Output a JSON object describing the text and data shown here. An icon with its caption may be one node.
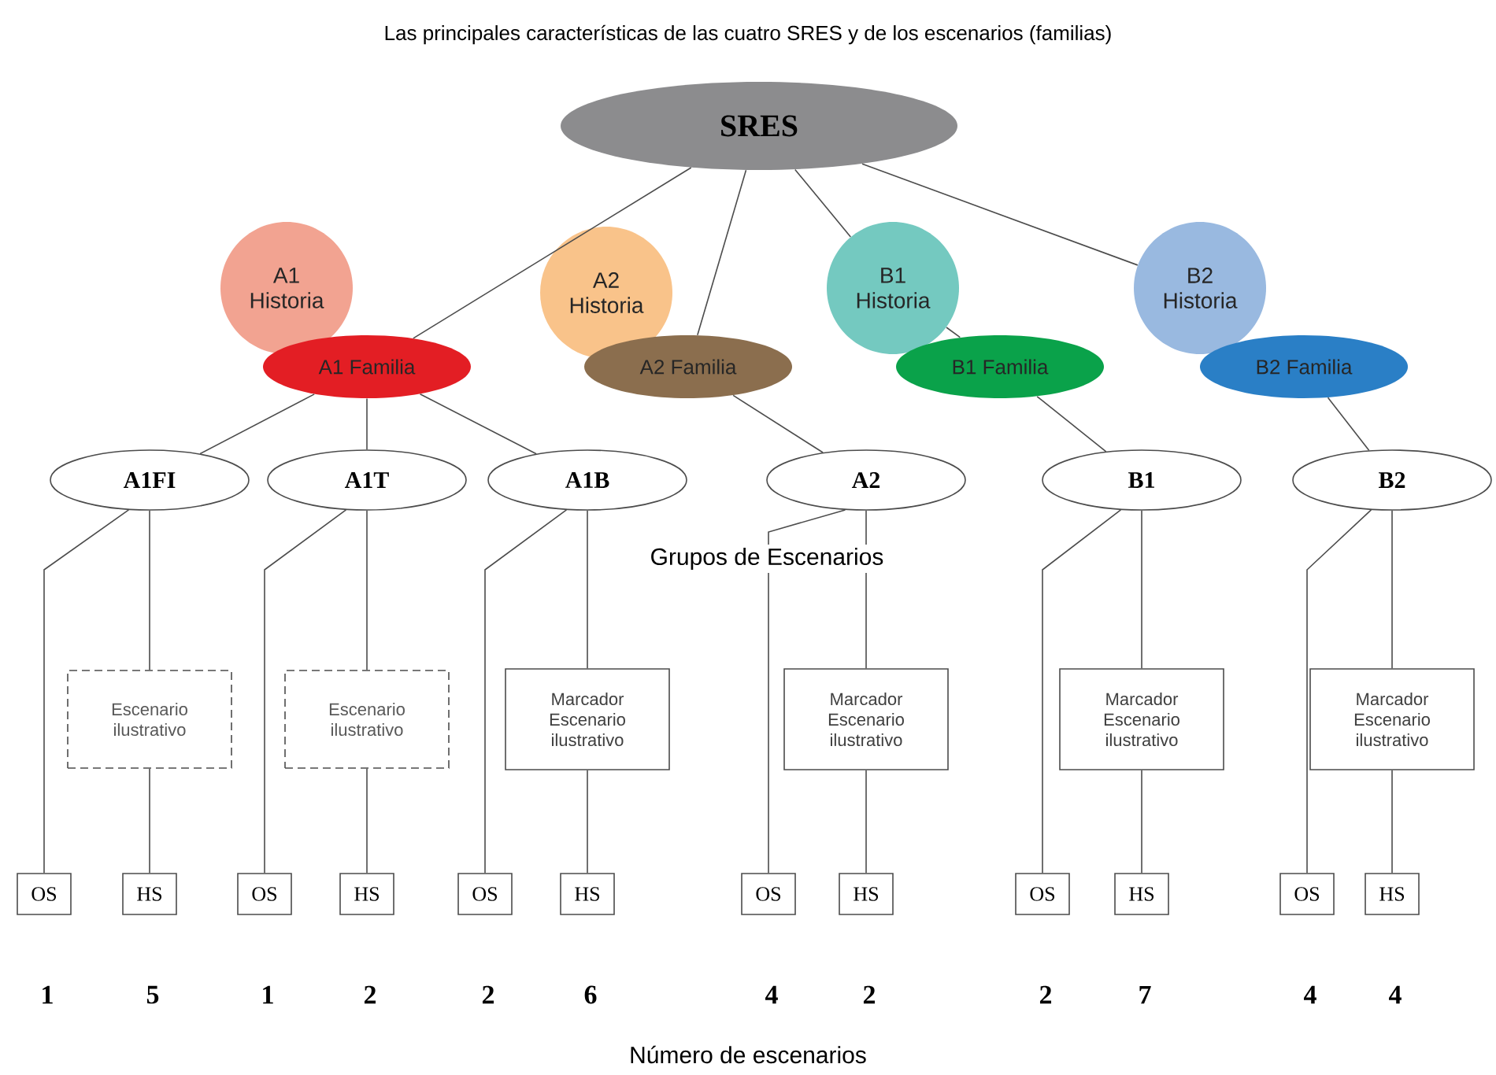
{
  "diagram": {
    "title": "Las principales características de las cuatro SRES y de los escenarios (familias)",
    "nodes": [
      {
        "text": [
          "SRES"
        ]
      },
      {
        "text": [
          "A1 Historia"
        ]
      },
      {
        "text": [
          "A1 Familia"
        ]
      },
      {
        "text": [
          "A2 Historia"
        ]
      },
      {
        "text": [
          "A2 Familia"
        ]
      },
      {
        "text": [
          "B1 Historia"
        ]
      },
      {
        "text": [
          "B1 Familia"
        ]
      },
      {
        "text": [
          "B2 Historia"
        ]
      },
      {
        "text": [
          "B2 Familia"
        ]
      },
      {
        "text": [
          "A1FI"
        ]
      },
      {
        "text": [
          "A1T"
        ]
      },
      {
        "text": [
          "A1B"
        ]
      },
      {
        "text": [
          "A2"
        ]
      },
      {
        "text": [
          "B1"
        ]
      },
      {
        "text": [
          "B2"
        ]
      },
      {
        "text": [
          "Escenario ilustrativo"
        ]
      },
      {
        "text": [
          "Escenario ilustrativo"
        ]
      },
      {
        "text": [
          "Marcador Escenario ilustrativo"
        ]
      },
      {
        "text": [
          "Marcador Escenario ilustrativo"
        ]
      },
      {
        "text": [
          "Marcador Escenario ilustrativo"
        ]
      },
      {
        "text": [
          "Marcador Escenario ilustrativo"
        ]
      },
      {
        "text": [
          "OS"
        ]
      },
      {
        "text": [
          "HS"
        ]
      },
      {
        "text": [
          "OS"
        ]
      },
      {
        "text": [
          "HS"
        ]
      },
      {
        "text": [
          "OS"
        ]
      },
      {
        "text": [
          "HS"
        ]
      },
      {
        "text": [
          "OS"
        ]
      },
      {
        "text": [
          "HS"
        ]
      },
      {
        "text": [
          "OS"
        ]
      },
      {
        "text": [
          "HS"
        ]
      },
      {
        "text": [
          "OS"
        ]
      },
      {
        "text": [
          "HS"
        ]
      }
    ],
    "edges": [
      {
        "from": 0,
        "to": 2,
        "arrow": "none"
      },
      {
        "from": 0,
        "to": 4,
        "arrow": "none"
      },
      {
        "from": 0,
        "to": 5,
        "arrow": "none"
      },
      {
        "from": 0,
        "to": 7,
        "arrow": "none"
      },
      {
        "from": 5,
        "to": 6,
        "arrow": "none"
      },
      {
        "from": 2,
        "to": 9,
        "arrow": "none"
      },
      {
        "from": 2,
        "to": 10,
        "arrow": "none"
      },
      {
        "from": 2,
        "to": 11,
        "arrow": "none"
      },
      {
        "from": 4,
        "to": 12,
        "arrow": "none"
      },
      {
        "from": 6,
        "to": 13,
        "arrow": "none"
      },
      {
        "from": 8,
        "to": 14,
        "arrow": "none"
      },
      {
        "from": 9,
        "to": 21,
        "arrow": "none"
      },
      {
        "from": 9,
        "to": 15,
        "arrow": "none"
      },
      {
        "from": 15,
        "to": 22,
        "arrow": "none"
      },
      {
        "from": 10,
        "to": 23,
        "arrow": "none"
      },
      {
        "from": 10,
        "to": 16,
        "arrow": "none"
      },
      {
        "from": 16,
        "to": 24,
        "arrow": "none"
      },
      {
        "from": 11,
        "to": 25,
        "arrow": "none"
      },
      {
        "from": 11,
        "to": 17,
        "arrow": "none"
      },
      {
        "from": 17,
        "to": 26,
        "arrow": "none"
      },
      {
        "from": 12,
        "to": 27,
        "arrow": "none"
      },
      {
        "from": 12,
        "to": 18,
        "arrow": "none"
      },
      {
        "from": 18,
        "to": 28,
        "arrow": "none"
      },
      {
        "from": 13,
        "to": 29,
        "arrow": "none"
      },
      {
        "from": 13,
        "to": 19,
        "arrow": "none"
      },
      {
        "from": 19,
        "to": 30,
        "arrow": "none"
      },
      {
        "from": 14,
        "to": 31,
        "arrow": "none"
      },
      {
        "from": 14,
        "to": 20,
        "arrow": "none"
      },
      {
        "from": 20,
        "to": 32,
        "arrow": "none"
      }
    ],
    "labels": [
      "Grupos de Escenarios",
      "1",
      "5",
      "1",
      "2",
      "2",
      "6",
      "4",
      "2",
      "2",
      "7",
      "4",
      "4",
      "Número de escenarios"
    ]
  }
}
